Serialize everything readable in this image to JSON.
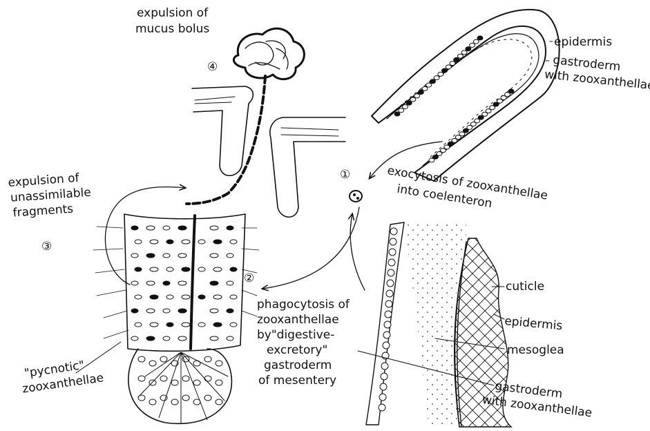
{
  "steps": {
    "s1": "①",
    "s2": "②",
    "s3": "③",
    "s4": "④"
  },
  "labels": {
    "expulsion_mucus": [
      "expulsion of",
      "mucus bolus"
    ],
    "expulsion_fragments": [
      "expulsion of",
      "unassimilable",
      "fragments"
    ],
    "exocytosis": [
      "exocytosis of zooxanthellae",
      "into coelenteron"
    ],
    "phagocytosis": [
      "phagocytosis of",
      "zooxanthellae",
      "by\"digestive-",
      "excretory\"",
      "gastroderm",
      "of mesentery"
    ],
    "pycnotic": [
      "\"pycnotic\"",
      "zooxanthellae"
    ],
    "tentacle_epidermis": "epidermis",
    "tentacle_gastroderm": [
      "gastroderm",
      "with zooxanthellae"
    ],
    "cuticle": "cuticle",
    "body_epidermis": "epidermis",
    "mesoglea": "mesoglea",
    "body_gastroderm": [
      "gastroderm",
      "with zooxanthellae"
    ]
  },
  "colors": {
    "ink": "#111111",
    "paper": "#ffffff"
  }
}
